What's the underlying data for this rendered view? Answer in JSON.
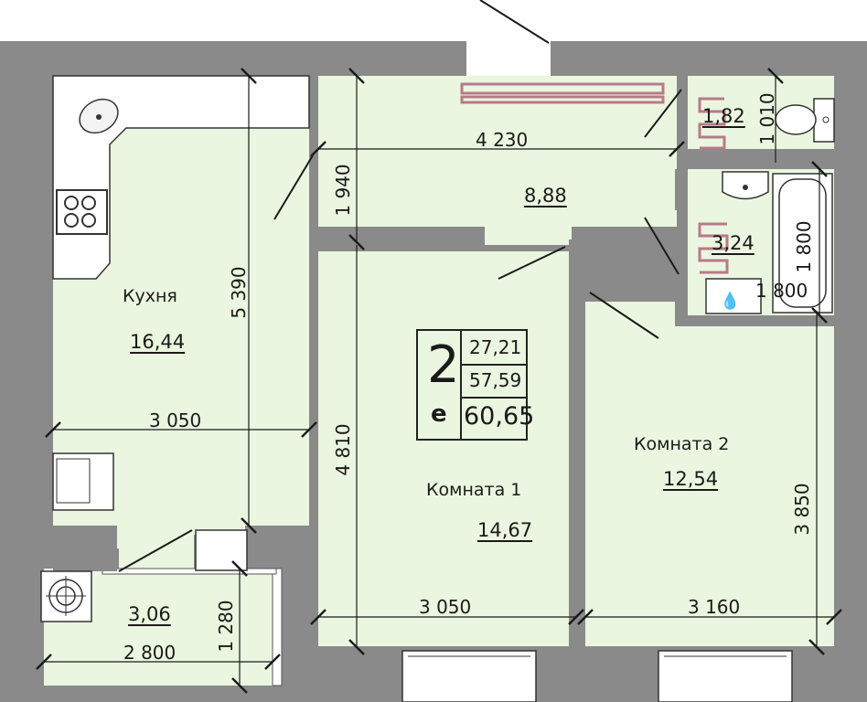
{
  "rooms": [
    {
      "id": "kitchen",
      "name": "Кухня",
      "area": "16,44"
    },
    {
      "id": "room1",
      "name": "Комната 1",
      "area": "14,67"
    },
    {
      "id": "room2",
      "name": "Комната 2",
      "area": "12,54"
    },
    {
      "id": "hall",
      "name": "",
      "area": "8,88"
    },
    {
      "id": "wc",
      "name": "",
      "area": "1,82"
    },
    {
      "id": "bath",
      "name": "",
      "area": "3,24"
    },
    {
      "id": "balcony",
      "name": "",
      "area": "3,06"
    }
  ],
  "dimensions": {
    "kitchen_width": "3 050",
    "kitchen_length": "5 390",
    "hall_width": "4 230",
    "hall_depth": "1 940",
    "wc_width": "1 010",
    "bath_length": "1 800",
    "bath_width": "1 800",
    "room1_width": "3 050",
    "room1_length": "4 810",
    "room2_width": "3 160",
    "room2_length": "3 850",
    "balcony_width": "2 800",
    "balcony_depth": "1 280"
  },
  "badge": {
    "rooms_count": "2",
    "letter": "е",
    "living_area": "27,21",
    "total_area": "57,59",
    "total_with_balcony": "60,65"
  },
  "colors": {
    "wall": "#8a8a8a",
    "floor": "#eaf6df",
    "heater": "#b9798a",
    "line": "#1a1a1a"
  }
}
